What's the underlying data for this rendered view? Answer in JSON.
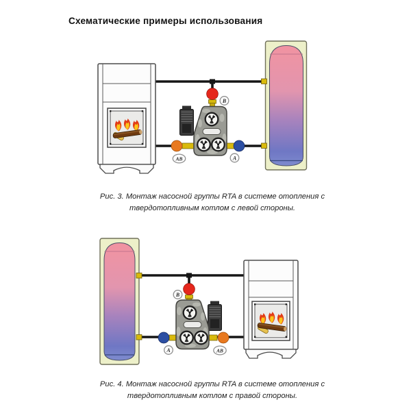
{
  "title": "Схематические примеры использования",
  "figure3": {
    "caption": {
      "line1": "Рис. 3. Монтаж насосной группы RTA в системе отопления с",
      "line2": "твердотопливным котлом с левой стороны."
    },
    "ports": {
      "top": "B",
      "left": "AB",
      "right": "A"
    }
  },
  "figure4": {
    "caption": {
      "line1": "Рис. 4. Монтаж насосной группы RTA в системе отопления с",
      "line2": "твердотопливным котлом с правой стороны."
    },
    "ports": {
      "top": "B",
      "left": "A",
      "right": "AB"
    }
  },
  "colors": {
    "valve_hot_red": "#e5271c",
    "valve_orange_ab": "#e8791f",
    "valve_blue_return": "#2c4fa3",
    "brass_fitting": "#d9ba0c",
    "tank_gradient_top": "#f193a1",
    "tank_gradient_bottom": "#6f77c4",
    "pump_body_gray": "#9a9b94",
    "pipe_black": "#161616"
  }
}
